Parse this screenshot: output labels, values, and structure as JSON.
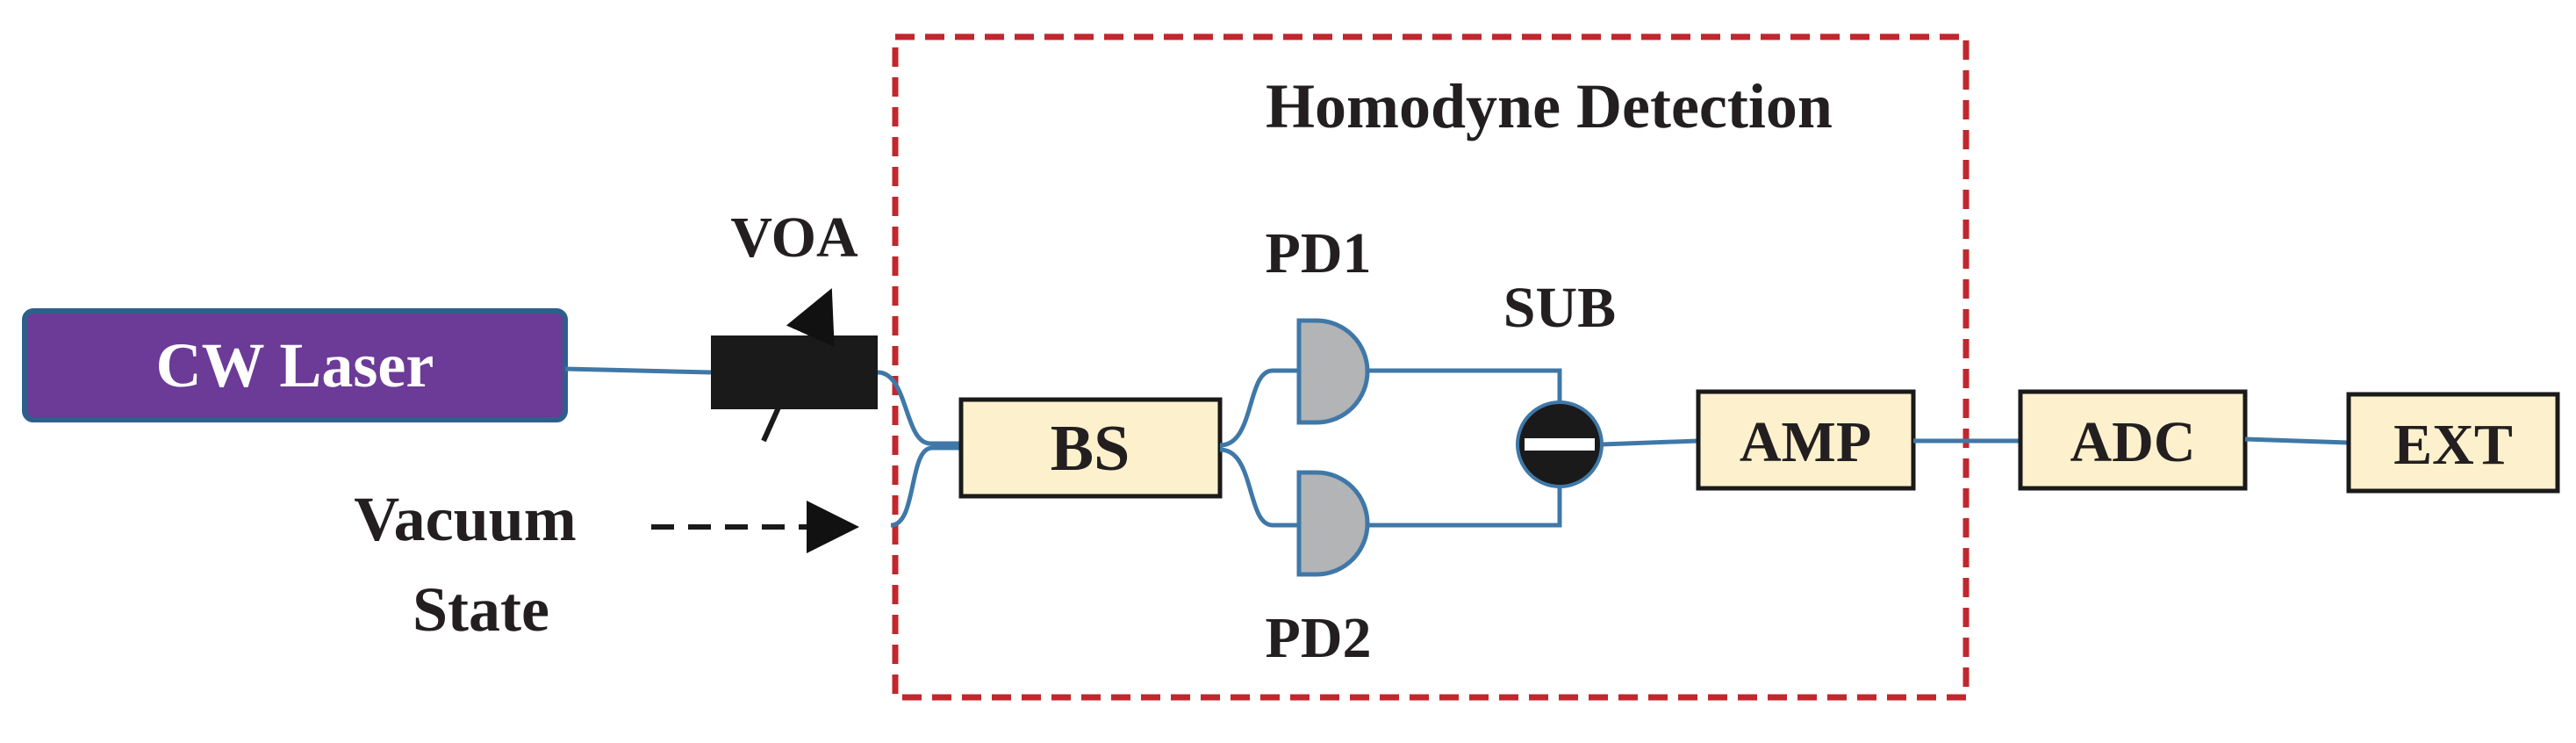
{
  "diagram": {
    "region_label": "Homodyne Detection",
    "laser_label": "CW Laser",
    "attenuator_label": "VOA",
    "vacuum_label_line1": "Vacuum",
    "vacuum_label_line2": "State",
    "beamsplitter_label": "BS",
    "pd1_label": "PD1",
    "pd2_label": "PD2",
    "subtractor_label": "SUB",
    "amplifier_label": "AMP",
    "adc_label": "ADC",
    "extractor_label": "EXT"
  },
  "colors": {
    "laser_fill": "#6b3b97",
    "laser_border": "#2e5f8a",
    "fiber": "#3f78a8",
    "region_border": "#c1272d",
    "module_fill": "#fdf1cd",
    "photodiode_fill": "#b3b4b6"
  }
}
